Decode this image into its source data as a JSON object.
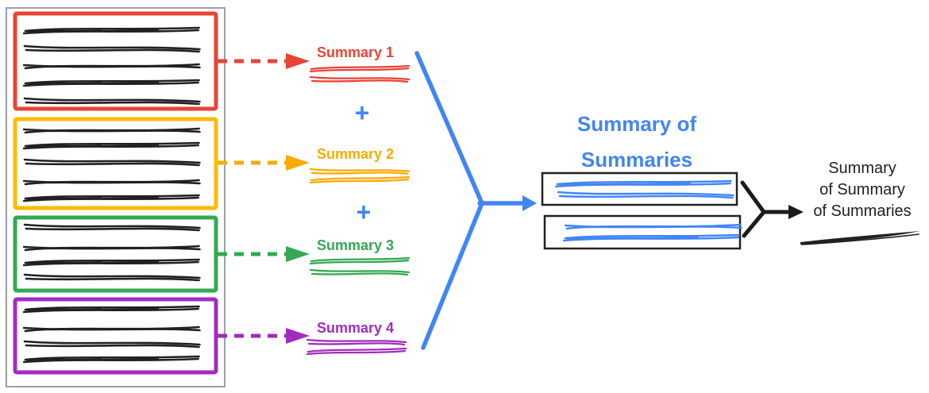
{
  "colors": {
    "red": "#E94335",
    "orange_border": "#FBBC04",
    "orange_text": "#F9AB00",
    "green": "#34A853",
    "purple": "#A12CBE",
    "blue": "#4285F4",
    "ink": "#212121",
    "panel_border": "#9AA0A6"
  },
  "summaries": [
    {
      "label": "Summary 1",
      "color": "#E94335"
    },
    {
      "label": "Summary 2",
      "color": "#F9AB00"
    },
    {
      "label": "Summary 3",
      "color": "#34A853"
    },
    {
      "label": "Summary 4",
      "color": "#A12CBE"
    }
  ],
  "plus_signs": [
    "+",
    "+"
  ],
  "intermediate_title": "Summary of Summaries",
  "final_title": {
    "full": "Summary of Summary of Summaries",
    "lines": [
      "Summary",
      "of Summary",
      "of Summaries"
    ]
  }
}
